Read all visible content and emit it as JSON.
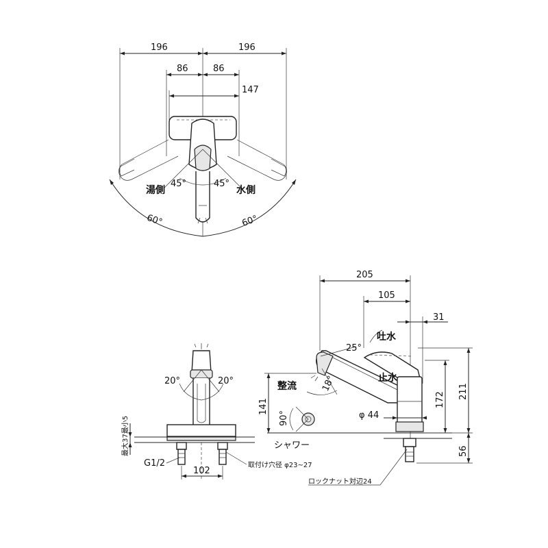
{
  "top_view": {
    "dim_left_outer": "196",
    "dim_right_outer": "196",
    "dim_left_inner": "86",
    "dim_right_inner": "86",
    "dim_147": "147",
    "label_hot": "湯側",
    "label_cold": "水側",
    "angle_left_45": "45°",
    "angle_right_45": "45°",
    "angle_left_60": "60°",
    "angle_right_60": "60°"
  },
  "front_view": {
    "angle_left": "20°",
    "angle_right": "20°",
    "thread": "G1/2",
    "dim_102": "102",
    "max_min": "最大37最小5",
    "mount_hole": "取付け穴径 φ23~27"
  },
  "side_view": {
    "dim_205": "205",
    "dim_105": "105",
    "dim_31": "31",
    "dim_211": "211",
    "dim_172": "172",
    "dim_141": "141",
    "dim_56": "56",
    "angle_25": "25°",
    "angle_18": "18°",
    "angle_90": "90°",
    "label_spout": "吐水",
    "label_stop": "止水",
    "label_aerated": "整流",
    "label_shower": "シャワー",
    "dia_44": "φ 44",
    "lock_nut": "ロックナット対辺24"
  }
}
